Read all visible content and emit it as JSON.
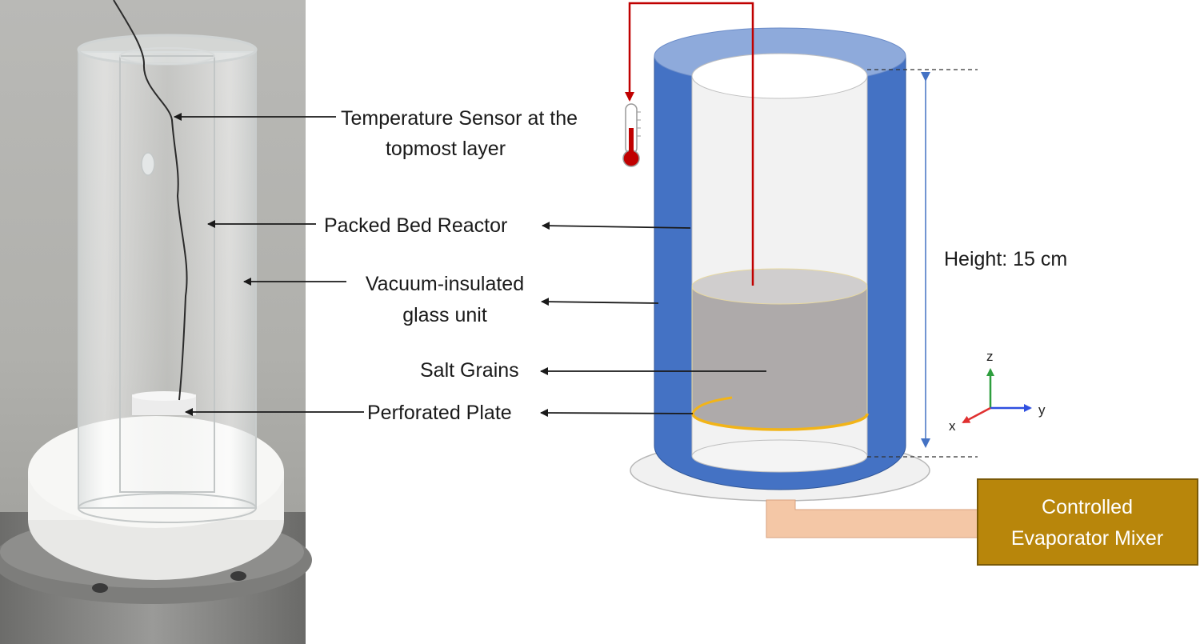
{
  "labels": {
    "temperature_sensor_line1": "Temperature Sensor at the",
    "temperature_sensor_line2": "topmost layer",
    "packed_bed_reactor": "Packed Bed Reactor",
    "vacuum_insulated_line1": "Vacuum-insulated",
    "vacuum_insulated_line2": "glass unit",
    "salt_grains": "Salt Grains",
    "perforated_plate": "Perforated Plate",
    "height": "Height: 15 cm"
  },
  "axes": {
    "z": "z",
    "y": "y",
    "x": "x"
  },
  "evaporator": {
    "line1": "Controlled",
    "line2": "Evaporator Mixer"
  },
  "colors": {
    "insulation_blue": "#4472c4",
    "insulation_top": "#8eaadb",
    "salt_grey": "#aeaaaa",
    "sensor_red": "#c00000",
    "plate_yellow": "#f2b418",
    "evaporator_box": "#b8860b",
    "pipe": "#f4c7a6",
    "arrow": "#1a1a1a",
    "height_arrow": "#4472c4"
  },
  "icons": [
    "thermometer-icon",
    "xyz-axes-icon"
  ]
}
